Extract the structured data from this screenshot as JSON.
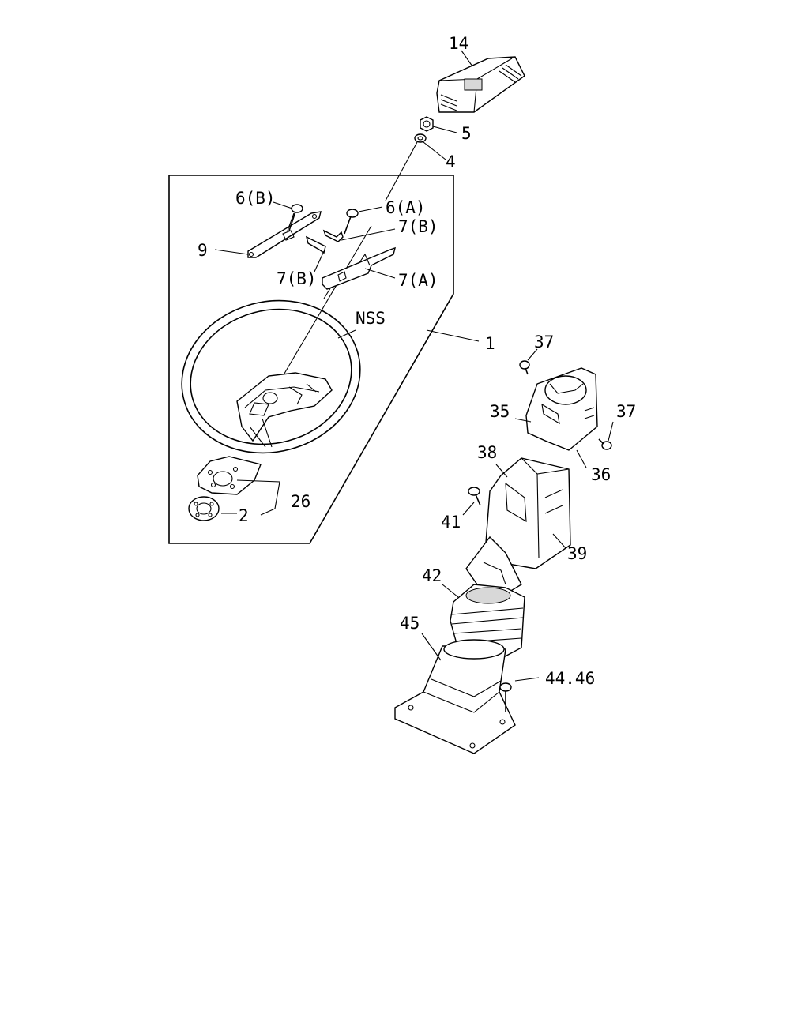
{
  "callouts": {
    "c14": "14",
    "c5": "5",
    "c4": "4",
    "c6b": "6(B)",
    "c6a": "6(A)",
    "c7b_right": "7(B)",
    "c9": "9",
    "c7b_left": "7(B)",
    "c7a": "7(A)",
    "nss": "NSS",
    "c1": "1",
    "c37_top": "37",
    "c35": "35",
    "c37_right": "37",
    "c38": "38",
    "c36": "36",
    "c41": "41",
    "c39": "39",
    "c26": "26",
    "c2": "2",
    "c42": "42",
    "c45": "45",
    "c4446": "44.46"
  }
}
